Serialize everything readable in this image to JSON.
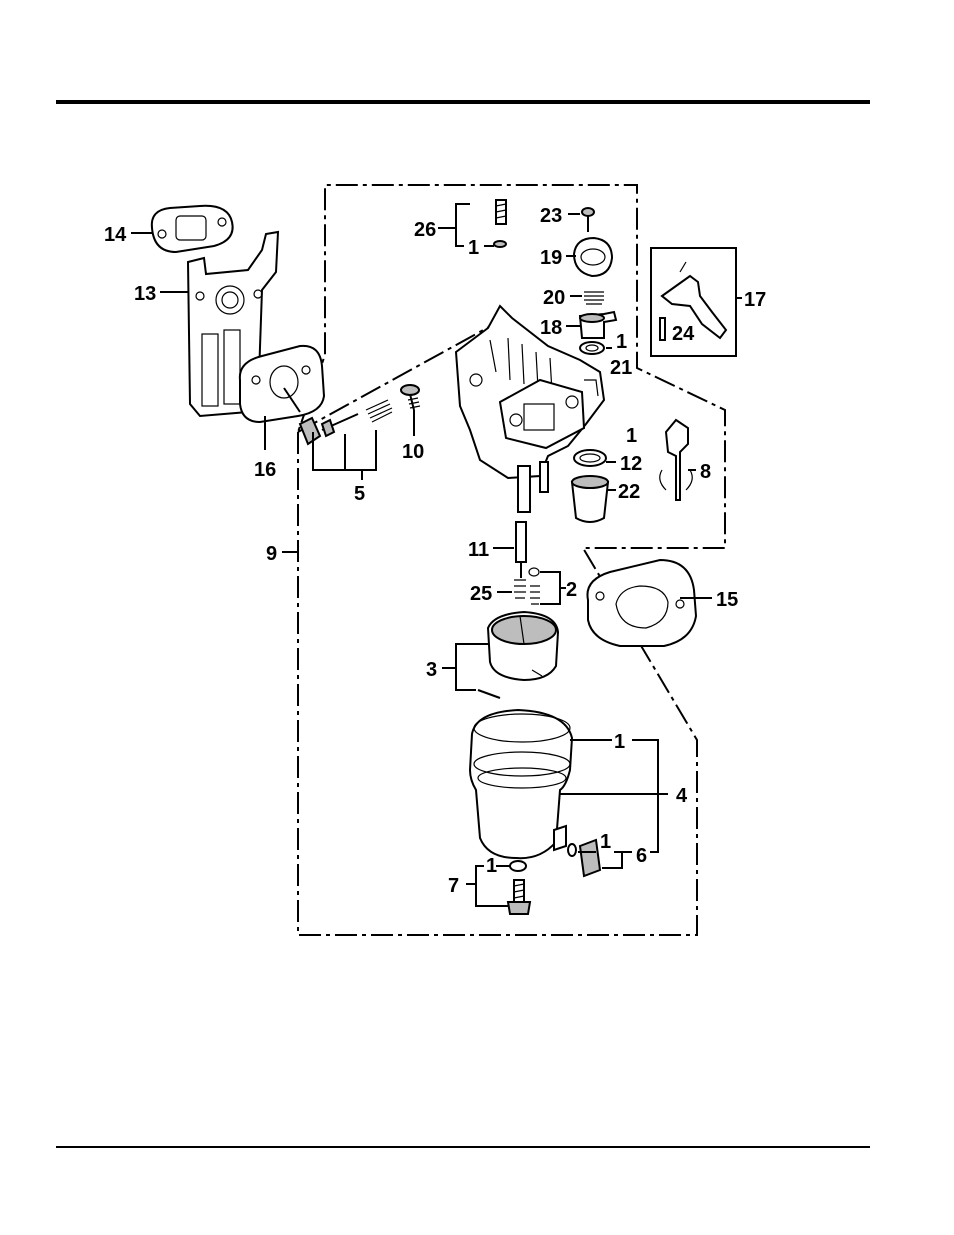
{
  "diagram": {
    "callouts": [
      "14",
      "13",
      "16",
      "9",
      "5",
      "10",
      "26",
      "1",
      "23",
      "19",
      "20",
      "18",
      "1",
      "21",
      "17",
      "24",
      "1",
      "12",
      "22",
      "8",
      "11",
      "25",
      "2",
      "15",
      "3",
      "1",
      "4",
      "1",
      "6",
      "7",
      "1"
    ]
  }
}
